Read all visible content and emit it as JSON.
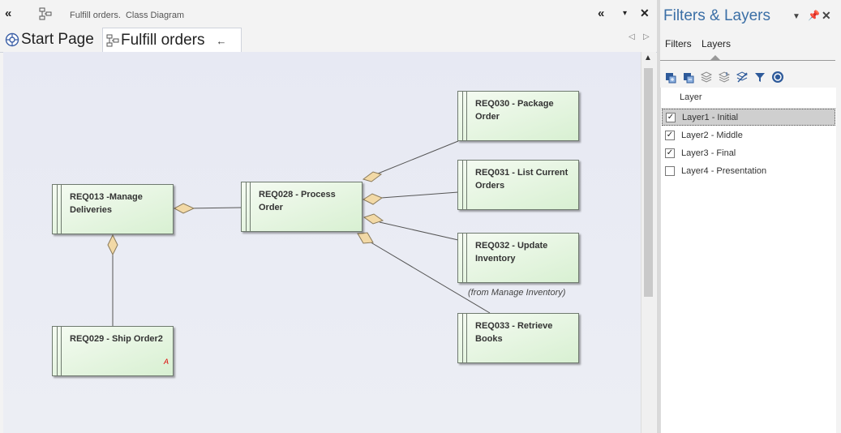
{
  "window": {
    "collapse_icon": "«",
    "title_name": "Fulfill orders.",
    "title_type": "Class Diagram",
    "collapse_right_icon": "«",
    "dropdown_icon": "▾",
    "close_icon": "✕"
  },
  "tabs": [
    {
      "label": "Start Page",
      "icon": "start-page-icon"
    },
    {
      "label": "Fulfill orders",
      "icon": "diagram-icon",
      "back_icon": "←"
    }
  ],
  "tab_nav": {
    "left": "◁",
    "right": "▷"
  },
  "diagram": {
    "elements": [
      {
        "id": "req030",
        "label": "REQ030 - Package Order"
      },
      {
        "id": "req031",
        "label": "REQ031 - List Current Orders"
      },
      {
        "id": "req013",
        "label": "REQ013 -Manage Deliveries"
      },
      {
        "id": "req028",
        "label": "REQ028 - Process Order"
      },
      {
        "id": "req032",
        "label": "REQ032 - Update Inventory"
      },
      {
        "id": "req033",
        "label": "REQ033 - Retrieve Books"
      },
      {
        "id": "req029",
        "label": "REQ029 - Ship Order2",
        "mark": "A"
      }
    ],
    "note": "(from Manage Inventory)"
  },
  "filters_panel": {
    "title": "Filters & Layers",
    "tabs": [
      "Filters",
      "Layers"
    ],
    "active_tab": "Layers",
    "toolbar_icons": [
      "add-layer-icon",
      "remove-layer-icon",
      "layer-up-icon",
      "layer-down-icon",
      "clear-layers-icon",
      "filter-icon",
      "help-icon"
    ],
    "column_header": "Layer",
    "layers": [
      {
        "name": "Layer1 - Initial",
        "checked": true,
        "selected": true
      },
      {
        "name": "Layer2 - Middle",
        "checked": true,
        "selected": false
      },
      {
        "name": "Layer3 - Final",
        "checked": true,
        "selected": false
      },
      {
        "name": "Layer4 - Presentation",
        "checked": false,
        "selected": false
      }
    ]
  },
  "colors": {
    "accent": "#3b6fa6",
    "element_fill": "#d8f0d2",
    "element_border": "#6f7a6f",
    "diamond": "#f2d9a6"
  }
}
